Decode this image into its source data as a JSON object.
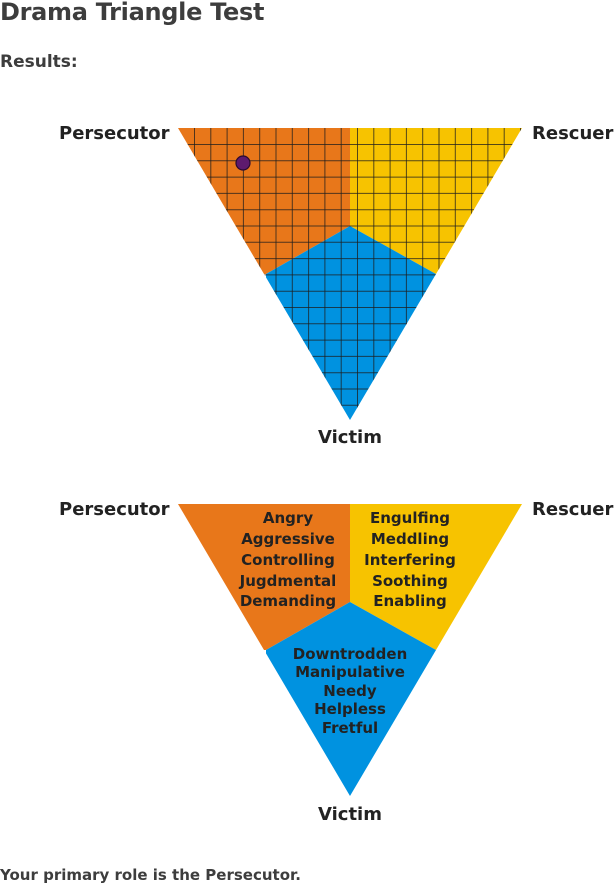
{
  "page": {
    "title": "Drama Triangle Test",
    "subtitle": "Results:",
    "result_text": "Your primary role is the Persecutor."
  },
  "colors": {
    "persecutor": "#e8771a",
    "rescuer": "#f7c300",
    "victim": "#0092e0",
    "marker": "#5e1a6e"
  },
  "result_chart": {
    "labels": {
      "persecutor": "Persecutor",
      "rescuer": "Rescuer",
      "victim": "Victim"
    }
  },
  "legend_chart": {
    "labels": {
      "persecutor": "Persecutor",
      "rescuer": "Rescuer",
      "victim": "Victim"
    },
    "persecutor_traits": [
      "Angry",
      "Aggressive",
      "Controlling",
      "Jugdmental",
      "Demanding"
    ],
    "rescuer_traits": [
      "Engulfing",
      "Meddling",
      "Interfering",
      "Soothing",
      "Enabling"
    ],
    "victim_traits": [
      "Downtrodden",
      "Manipulative",
      "Needy",
      "Helpless",
      "Fretful"
    ]
  }
}
